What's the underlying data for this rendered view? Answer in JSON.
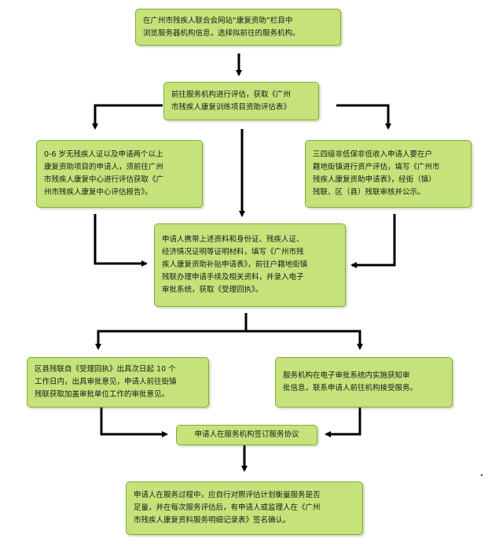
{
  "flowchart": {
    "step1": "在广州市残疾人联合会网站“康复资助”栏目中\n浏览服务器机构信息，选择拟前往的服务机构。",
    "step2": "前往服务机构进行评估，获取《广州\n市残疾人康复训练项目资助评估表》",
    "left_branch": "0-6 岁无残疾人证以及申请两个以上\n康复资助项目的申请人，须前往广州\n市残疾人康复中心进行评估获取《广\n州市残疾人康复中心评估报告》。",
    "right_branch": "三四级非低保非低收入申请人要在户\n籍地街镇进行资产评估，填写《广州市\n残疾人康复资助申请表》，经街（镇）\n残联、区（县）残联审核并公示。",
    "step3": "申请人携带上述资料和身份证、残疾人证、\n经济情况证明等证明材料，填写《广州市残\n疾人康复资助补贴申请表》，前往户籍地街镇\n残联办理申请手续及相关资料，并录入电子\n审批系统，获取《受理回执》。",
    "left_result": "区县残联自《受理回执》出具次日起 10 个\n工作日内，出具审批意见，申请人前往街镇\n残联获取加盖审批单位工作的审批意见。",
    "right_result": "服务机构在电子审批系统内实施获知审\n批信息，联系申请人前往机构接受服务。",
    "step4": "申请人在服务机构签订服务协议",
    "step5": "申请人在服务过程中，应自行对照评估计划衡量服务是否\n足量，并在每次服务评估后，有申请人或监理人在《广州\n市残疾人康复资料服务明细记录表》签名确认。"
  }
}
